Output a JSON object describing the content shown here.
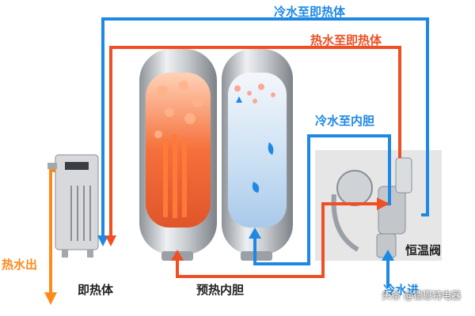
{
  "labels": {
    "cold_to_instant": "冷水至即热体",
    "hot_to_instant": "热水至即热体",
    "cold_to_tank": "冷水至内胆",
    "thermostatic_valve": "恒温阀",
    "cold_in": "冷水进",
    "hot_out": "热水出",
    "instant_heater": "即热体",
    "preheat_tank": "预热内胆"
  },
  "watermark": "头条 @德恩特电器",
  "colors": {
    "cold_line": "#1e88e5",
    "hot_line": "#f04e23",
    "hot_out_line": "#ff8a1a",
    "tank_grey": "#b8bcc2",
    "panel_grey": "#e6e6e6"
  }
}
